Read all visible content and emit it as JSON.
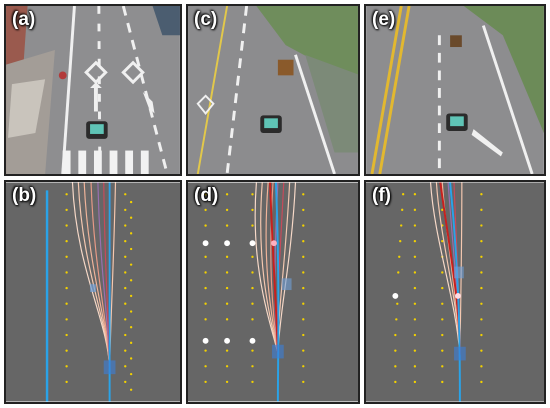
{
  "panels": [
    {
      "label": "(a)",
      "kind": "scene"
    },
    {
      "label": "(c)",
      "kind": "scene"
    },
    {
      "label": "(e)",
      "kind": "scene"
    },
    {
      "label": "(b)",
      "kind": "plot"
    },
    {
      "label": "(d)",
      "kind": "plot"
    },
    {
      "label": "(f)",
      "kind": "plot"
    }
  ],
  "colors": {
    "plot_bg": "#666666",
    "lane_dots": "#f2d100",
    "center_line": "#2aa3e8",
    "paths_light": "#f7d9c8",
    "paths_dark": "#c8201e",
    "road": "#8d8d8f",
    "grass": "#6f8d5c"
  }
}
